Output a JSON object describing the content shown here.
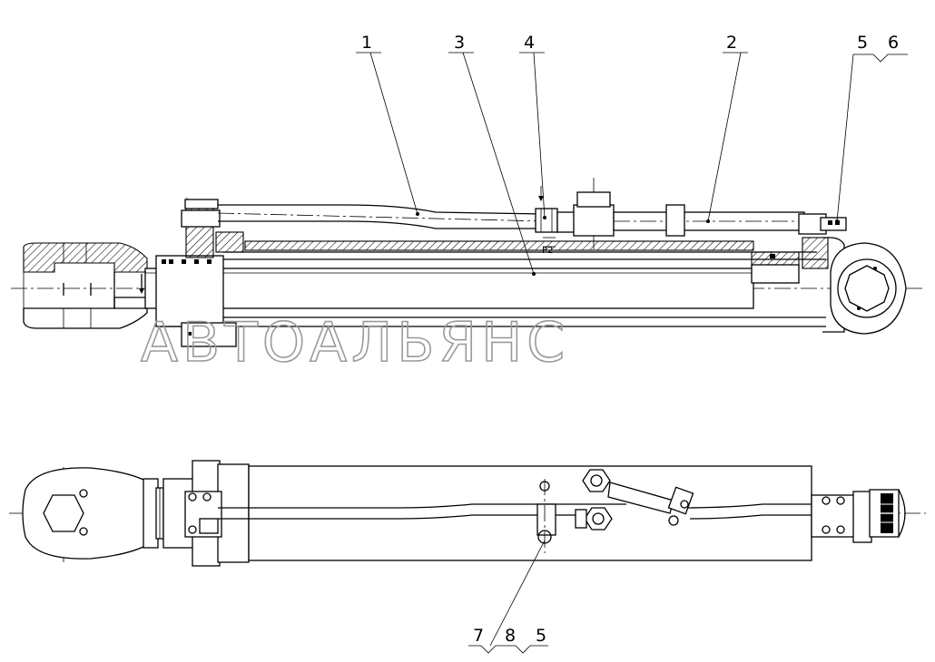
{
  "callouts": {
    "c1": "1",
    "c3": "3",
    "c4": "4",
    "c2": "2",
    "c5": "5",
    "c6": "6",
    "b7": "7",
    "b8": "8",
    "b5": "5"
  },
  "watermark": "АВТОАЛЬЯНС"
}
